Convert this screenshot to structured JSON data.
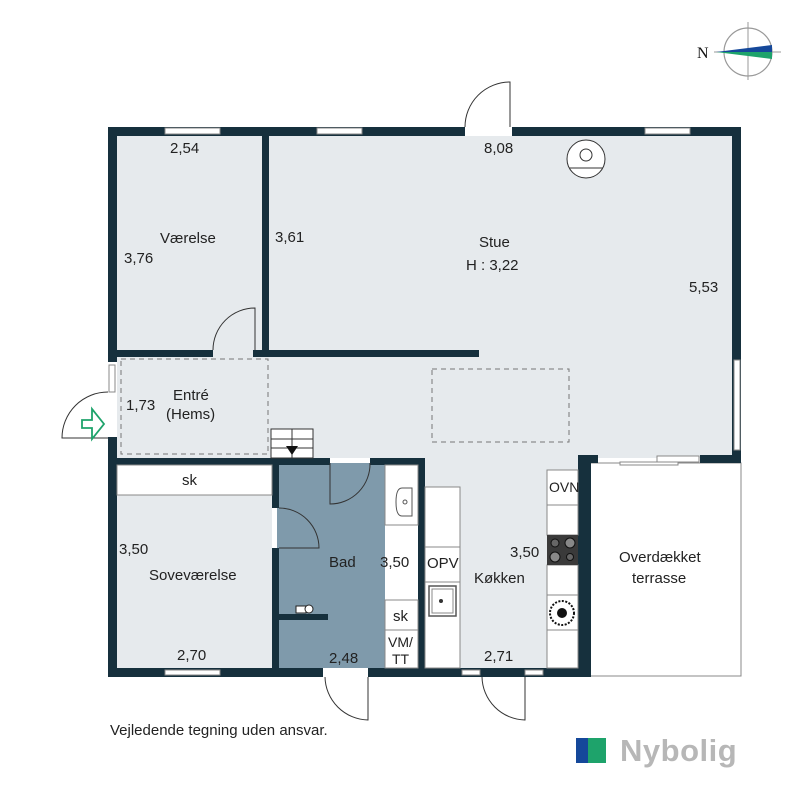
{
  "compass": {
    "label": "N",
    "colors": {
      "upper": "#15489a",
      "lower": "#1ea36b"
    }
  },
  "colors": {
    "wall": "#16303d",
    "floor": "#e6eaed",
    "bathroom": "#7f9aab",
    "white": "#ffffff",
    "entry_arrow": "#1ea36b"
  },
  "rooms": {
    "vaerelse": {
      "name": "Værelse",
      "width": "2,54",
      "depth": "3,76"
    },
    "stue": {
      "name": "Stue",
      "height": "H : 3,22",
      "width": "8,08",
      "depth_left": "3,61",
      "depth_right": "5,53"
    },
    "entre": {
      "name": "Entré",
      "sub": "(Hems)",
      "depth": "1,73"
    },
    "sovevaerelse": {
      "name": "Soveværelse",
      "closet": "sk",
      "depth": "3,50",
      "width": "2,70"
    },
    "bad": {
      "name": "Bad",
      "depth": "3,50",
      "width": "2,48",
      "closet": "sk",
      "laundry_line1": "VM/",
      "laundry_line2": "TT"
    },
    "koekken": {
      "name": "Køkken",
      "depth": "3,50",
      "width": "2,71",
      "dishwasher": "OPV",
      "oven": "OVN"
    },
    "terrasse": {
      "name_line1": "Overdækket",
      "name_line2": "terrasse"
    }
  },
  "footer": {
    "disclaimer": "Vejledende tegning uden ansvar.",
    "brand": "Nybolig"
  }
}
